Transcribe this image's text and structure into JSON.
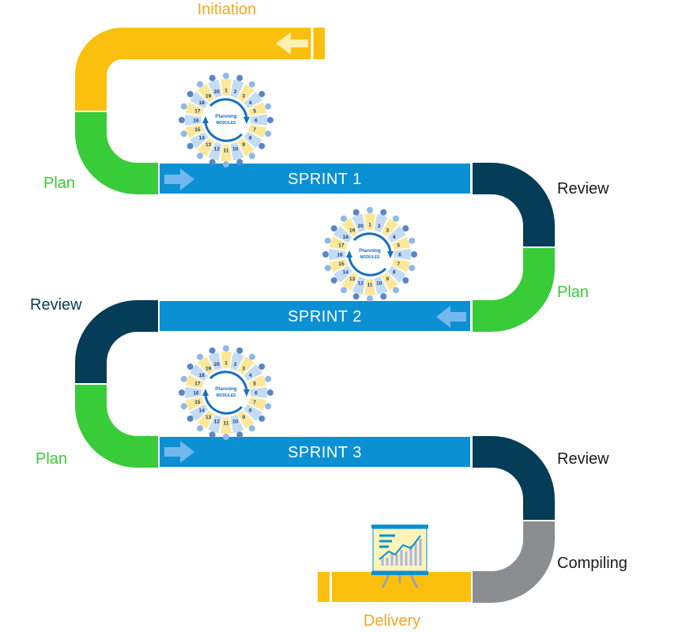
{
  "colors": {
    "initiation": "#fbbf0d",
    "plan": "#38cc38",
    "sprint": "#0b90d4",
    "review": "#053c57",
    "compiling": "#8b8e91",
    "delivery": "#fbbf0d",
    "arrow": "#72b7ee",
    "init_arrow": "#fff0b3",
    "text_dark": "#1a1a1a",
    "text_initiation": "#f5a623",
    "text_plan": "#38cc38",
    "text_review_left": "#0f3b52",
    "text_delivery": "#f5a623"
  },
  "labels": {
    "initiation": "Initiation",
    "plan_1": "Plan",
    "review_1": "Review",
    "plan_2": "Plan",
    "review_2": "Review",
    "plan_3": "Plan",
    "review_3": "Review",
    "compiling": "Compiling",
    "delivery": "Delivery"
  },
  "sprints": [
    {
      "label": "SPRINT 1",
      "arrow_direction": "right"
    },
    {
      "label": "SPRINT 2",
      "arrow_direction": "left"
    },
    {
      "label": "SPRINT 3",
      "arrow_direction": "right"
    }
  ],
  "planning_wheel": {
    "title_line1": "Planning",
    "title_line2": "MODULES",
    "numbers": [
      "1",
      "2",
      "3",
      "4",
      "5",
      "6",
      "7",
      "8",
      "9",
      "10",
      "11",
      "12",
      "13",
      "14",
      "15",
      "16",
      "17",
      "18",
      "19",
      "20"
    ]
  },
  "icons": {
    "planning_wheel": "planning-modules-wheel-icon",
    "delivery": "presentation-board-chart-icon"
  }
}
